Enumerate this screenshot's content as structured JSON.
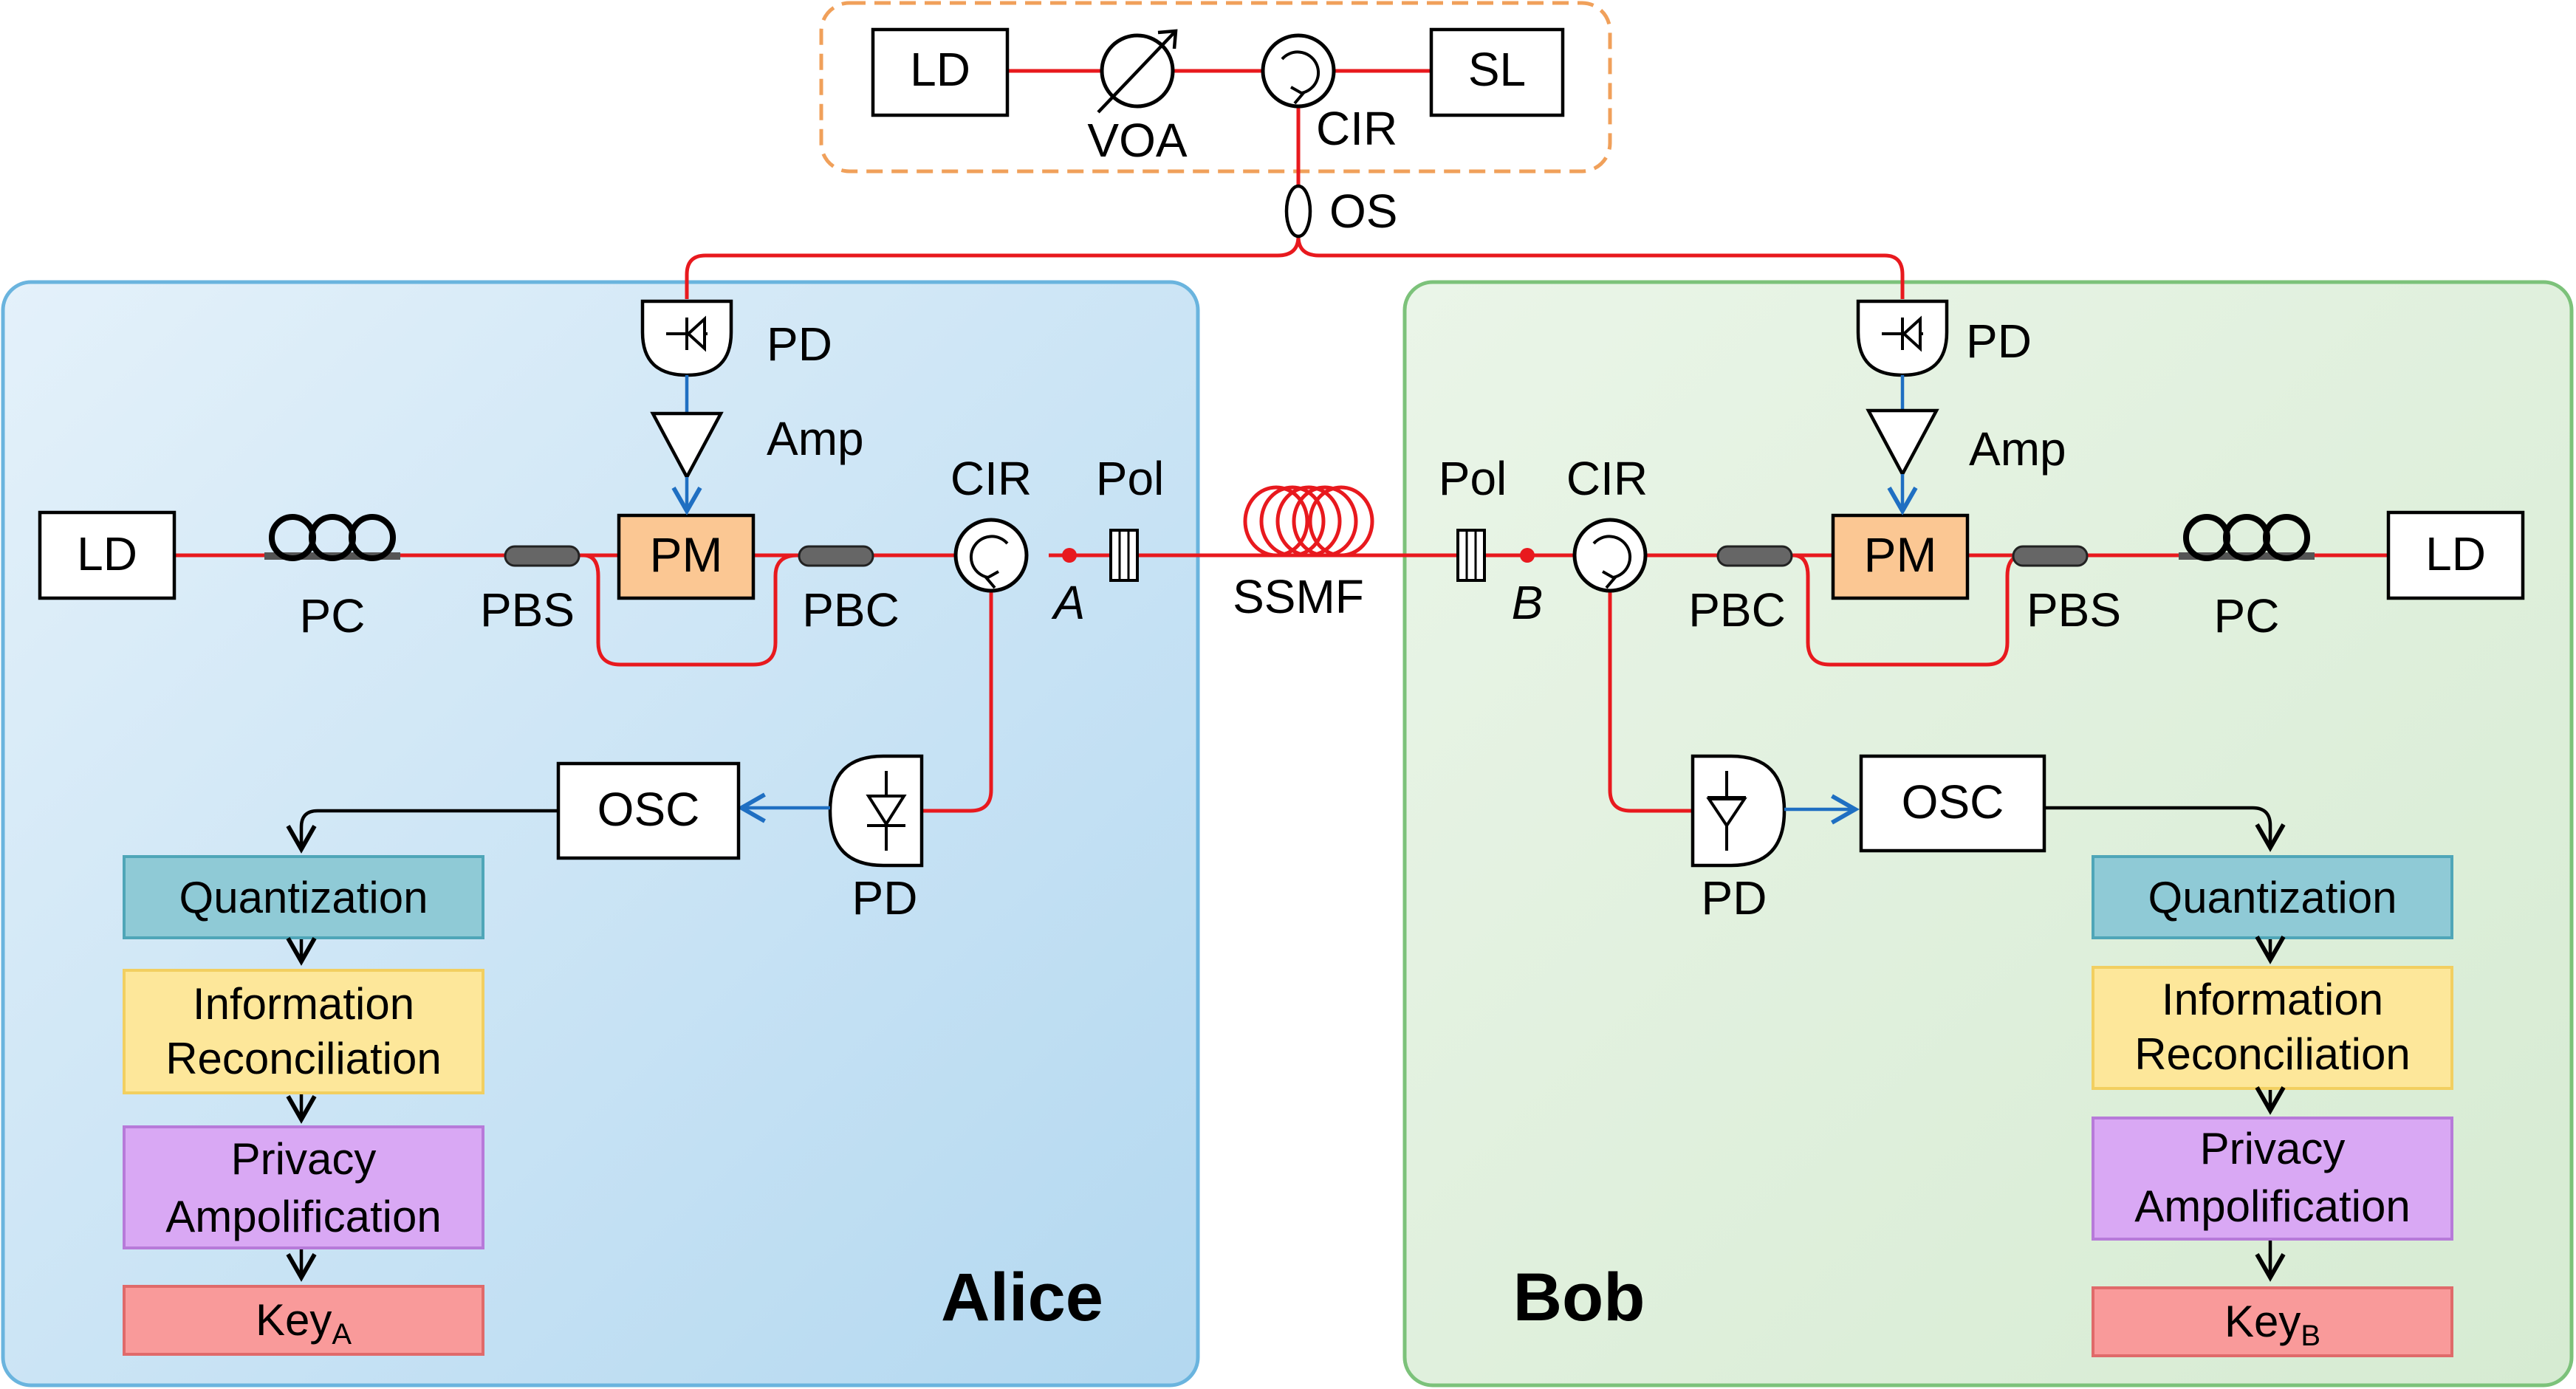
{
  "source": {
    "ld": "LD",
    "voa": "VOA",
    "cir": "CIR",
    "sl": "SL",
    "os": "OS"
  },
  "alice": {
    "name": "Alice",
    "ld": "LD",
    "pc": "PC",
    "pbs": "PBS",
    "pm": "PM",
    "pbc": "PBC",
    "cir": "CIR",
    "pol": "Pol",
    "point": "A",
    "pd_top": "PD",
    "amp": "Amp",
    "pd_bottom": "PD",
    "osc": "OSC",
    "steps": {
      "quantization": "Quantization",
      "info_line1": "Information",
      "info_line2": "Reconciliation",
      "privacy_line1": "Privacy",
      "privacy_line2": "Ampolification",
      "key": "Key",
      "key_sub": "A"
    }
  },
  "fiber": {
    "label": "SSMF"
  },
  "bob": {
    "name": "Bob",
    "ld": "LD",
    "pc": "PC",
    "pbs": "PBS",
    "pm": "PM",
    "pbc": "PBC",
    "cir": "CIR",
    "pol": "Pol",
    "point": "B",
    "pd_top": "PD",
    "amp": "Amp",
    "pd_bottom": "PD",
    "osc": "OSC",
    "steps": {
      "quantization": "Quantization",
      "info_line1": "Information",
      "info_line2": "Reconciliation",
      "privacy_line1": "Privacy",
      "privacy_line2": "Ampolification",
      "key": "Key",
      "key_sub": "B"
    }
  },
  "colors": {
    "optical_fiber": "#e8191e",
    "electrical": "#1f6fc2",
    "alice_panel": "#c4e1f4",
    "bob_panel": "#deefdb",
    "source_border": "#f0a05a",
    "pm_fill": "#fbc793",
    "quantization_fill": "#8fcad6",
    "info_fill": "#fde79a",
    "privacy_fill": "#d9a8f4",
    "key_fill": "#f99a9a"
  }
}
